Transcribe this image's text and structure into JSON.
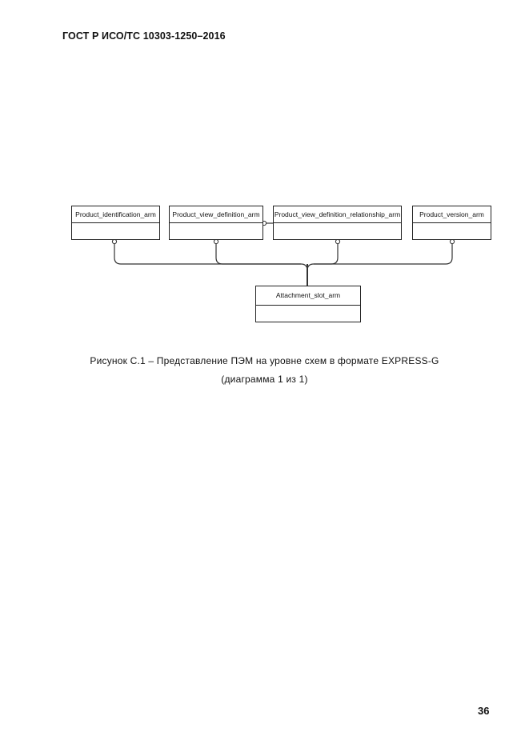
{
  "header": {
    "standard_code": "ГОСТ Р ИСО/ТС 10303-1250–2016"
  },
  "diagram": {
    "entities": [
      {
        "id": "product-identification",
        "name": "Product_identification_arm"
      },
      {
        "id": "product-view-definition",
        "name": "Product_view_definition_arm"
      },
      {
        "id": "product-view-definition-relationship",
        "name": "Product_view_definition_relationship_arm"
      },
      {
        "id": "product-version",
        "name": "Product_version_arm"
      },
      {
        "id": "attachment-slot",
        "name": "Attachment_slot_arm"
      }
    ]
  },
  "caption": {
    "line1": "Рисунок  С.1 – Представление ПЭМ на уровне схем в формате EXPRESS-G",
    "line2": "(диаграмма 1 из 1)"
  },
  "footer": {
    "page_number": "36"
  }
}
